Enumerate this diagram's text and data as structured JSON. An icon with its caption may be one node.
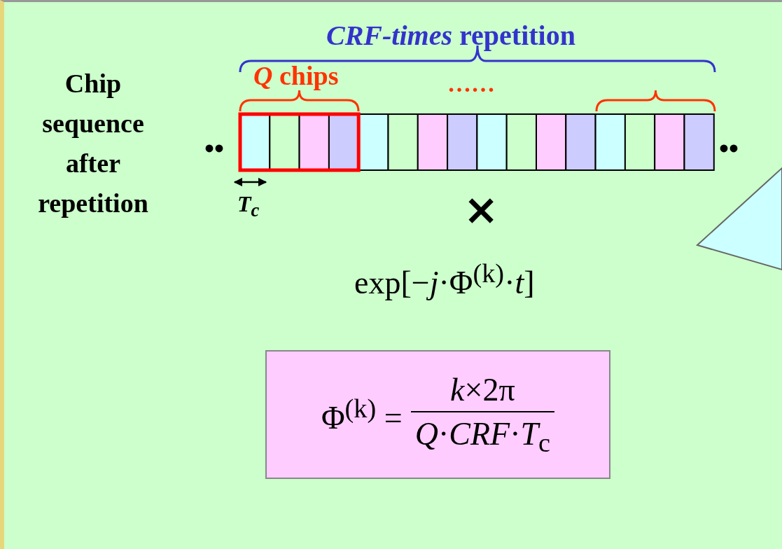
{
  "diagram": {
    "nodes": [
      {
        "text": [],
        "shape": "triangle"
      },
      {
        "text": [
          "Φ$^{(k)}$ =",
          "*k*×2π",
          "*Q*·*CRF*·*T*$_{c}$"
        ]
      }
    ],
    "labels": [
      "*CRF-times* repetition",
      "Chip sequence after repetition",
      "*Q* chips",
      "……",
      "••",
      "••",
      "T$_{c}$",
      "×",
      "exp[−*j*·Φ$^{(k)}$·*t*]"
    ]
  }
}
